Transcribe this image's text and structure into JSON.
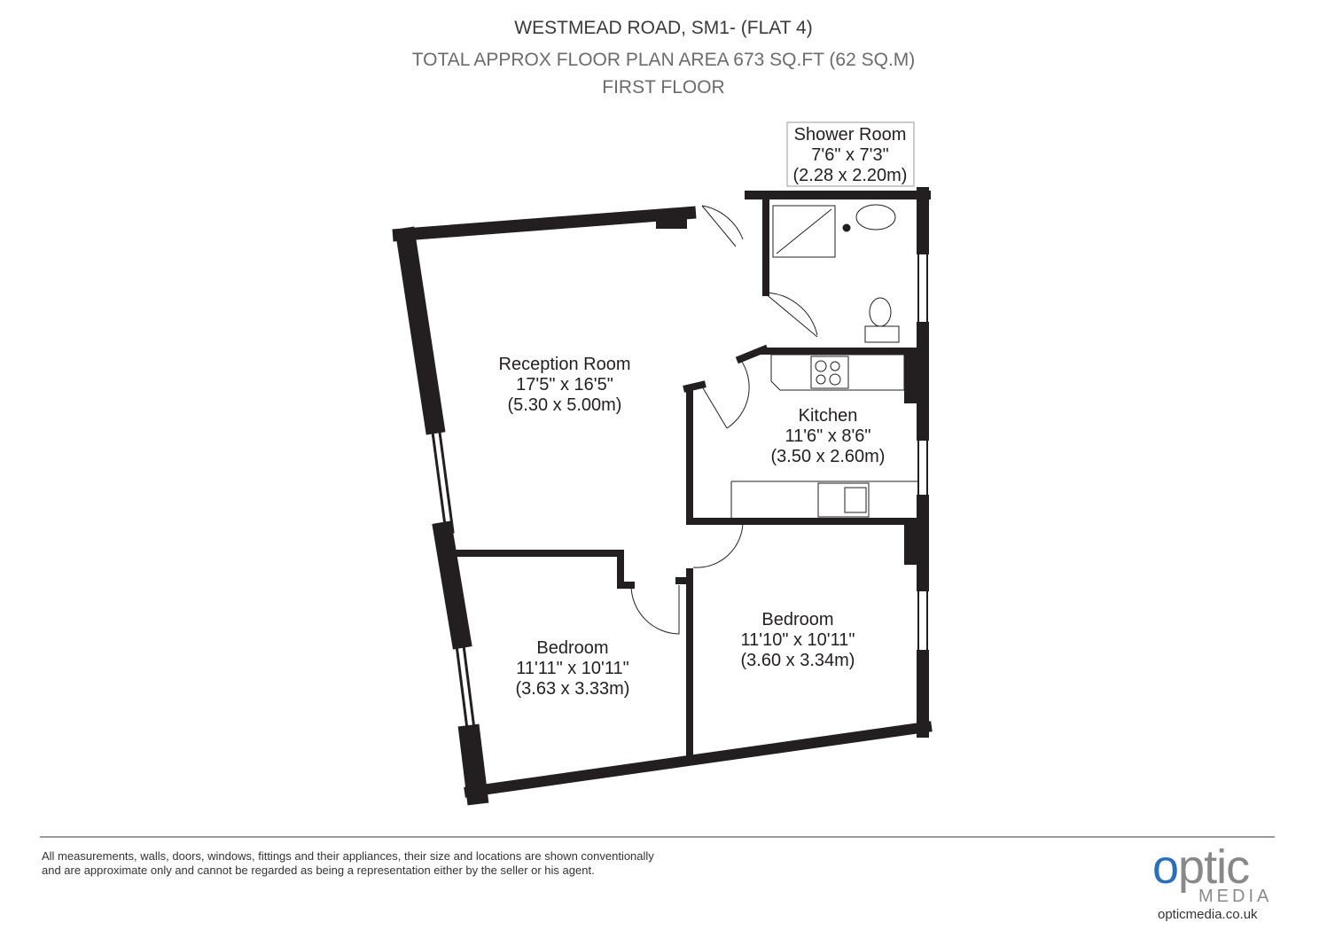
{
  "header": {
    "title": "WESTMEAD ROAD, SM1- (FLAT 4)",
    "area": "TOTAL APPROX FLOOR PLAN AREA 673 SQ.FT (62 SQ.M)",
    "floor": "FIRST FLOOR"
  },
  "rooms": {
    "shower": {
      "name": "Shower Room",
      "imperial": "7'6\" x 7'3\"",
      "metric": "(2.28 x 2.20m)"
    },
    "reception": {
      "name": "Reception Room",
      "imperial": "17'5\" x 16'5\"",
      "metric": "(5.30 x 5.00m)"
    },
    "kitchen": {
      "name": "Kitchen",
      "imperial": "11'6\" x 8'6\"",
      "metric": "(3.50 x 2.60m)"
    },
    "bedroom1": {
      "name": "Bedroom",
      "imperial": "11'11\" x 10'11\"",
      "metric": "(3.63 x 3.33m)"
    },
    "bedroom2": {
      "name": "Bedroom",
      "imperial": "11'10\" x 10'11\"",
      "metric": "(3.60 x 3.34m)"
    }
  },
  "footer": {
    "disclaimer": "All measurements, walls, doors, windows, fittings and their appliances, their size and locations are shown conventionally and are approximate only and cannot be regarded as being a representation either by the seller or his agent.",
    "logo_text": "optic",
    "logo_sub": "MEDIA",
    "url": "opticmedia.co.uk"
  },
  "colors": {
    "wall": "#231f20",
    "brand_blue": "#2a6fb8"
  }
}
